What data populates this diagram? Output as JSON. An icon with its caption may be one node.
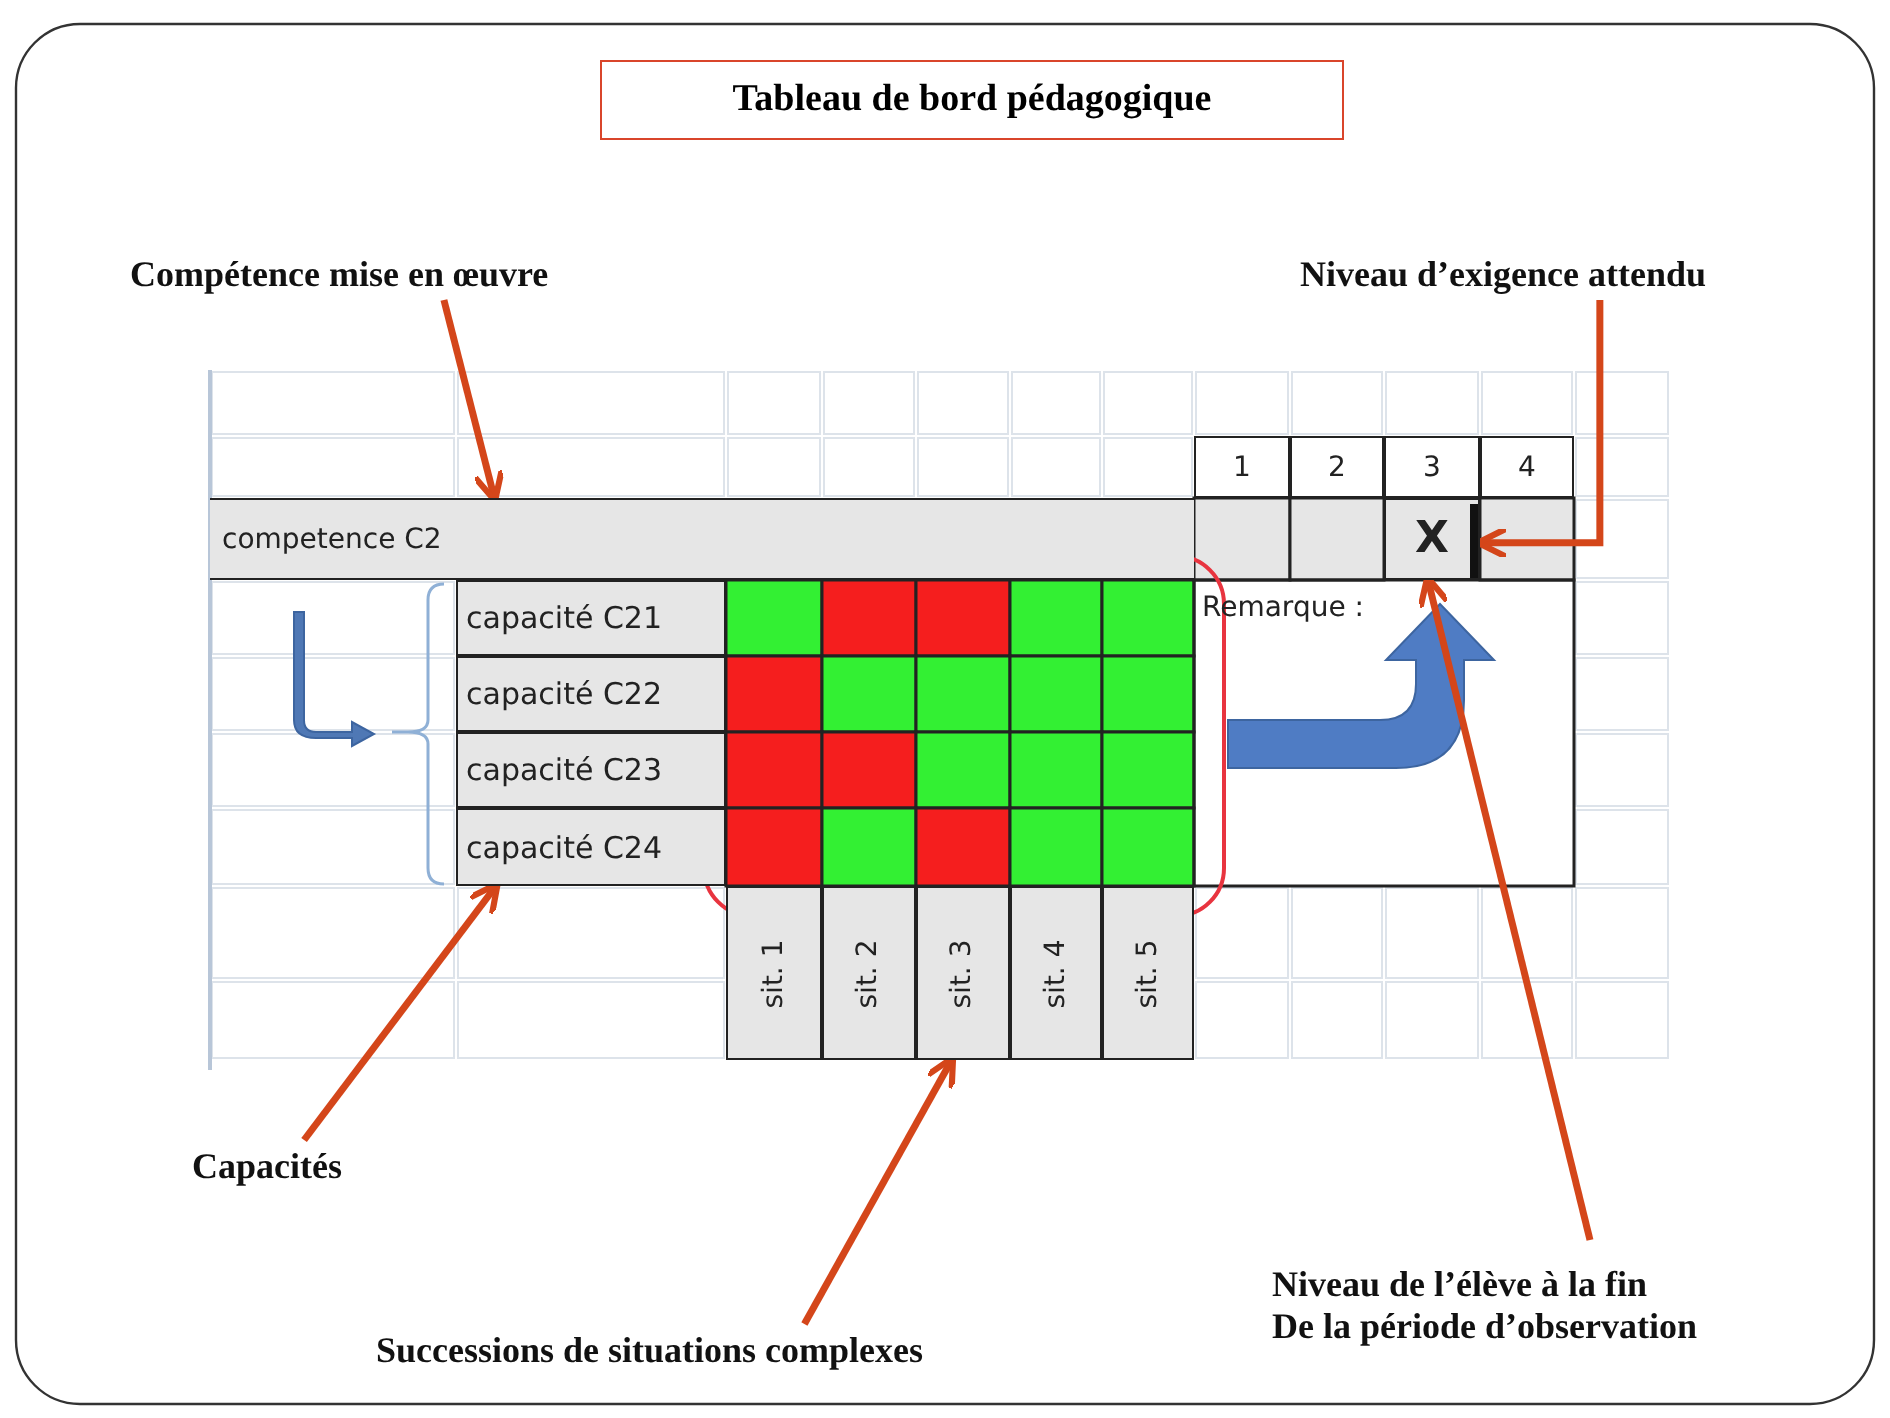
{
  "diagram": {
    "title": "Tableau de bord pédagogique",
    "nodes": [
      {
        "text": [
          "Compétence mise en œuvre"
        ]
      },
      {
        "text": [
          "Niveau d’exigence attendu"
        ]
      },
      {
        "text": [
          "1"
        ]
      },
      {
        "text": [
          "2"
        ]
      },
      {
        "text": [
          "3"
        ]
      },
      {
        "text": [
          "4"
        ]
      },
      {
        "text": [
          "competence C2"
        ]
      },
      {
        "text": [
          "X"
        ]
      },
      {
        "text": [],
        "shape": "bar",
        "in": 7
      },
      {
        "text": [
          "capacité C21"
        ]
      },
      {
        "text": [
          "capacité C22"
        ]
      },
      {
        "text": [
          "capacité C23"
        ]
      },
      {
        "text": [
          "capacité C24"
        ]
      },
      {
        "text": [
          "sit. 1"
        ]
      },
      {
        "text": [
          "sit. 2"
        ]
      },
      {
        "text": [
          "sit. 3"
        ]
      },
      {
        "text": [
          "sit. 4"
        ]
      },
      {
        "text": [
          "sit. 5"
        ]
      },
      {
        "text": [
          "Capacités"
        ]
      },
      {
        "text": [
          "Successions de situations complexes"
        ]
      },
      {
        "text": [
          "Niveau de l’élève à la fin",
          "De la période d’observation"
        ]
      }
    ],
    "edges": [
      {
        "from": 0,
        "to": 6,
        "arrow": "to"
      },
      {
        "from": 1,
        "to": 8,
        "arrow": "to"
      },
      {
        "from": 18,
        "to": 12,
        "arrow": "to"
      },
      {
        "from": 19,
        "to": 15,
        "arrow": "to"
      },
      {
        "from": 20,
        "to": 7,
        "arrow": "to"
      }
    ],
    "labels": [
      "Remarque :"
    ]
  }
}
